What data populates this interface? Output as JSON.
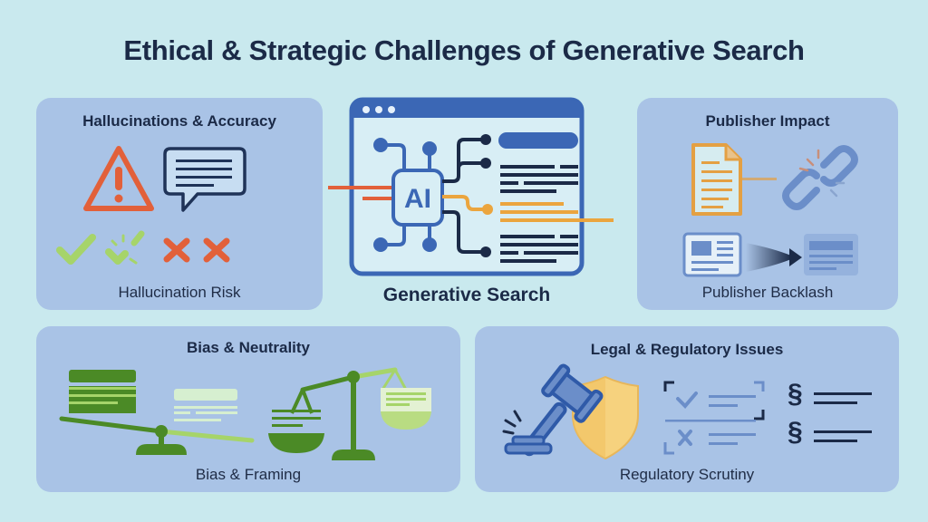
{
  "title": "Ethical & Strategic Challenges of Generative Search",
  "center": {
    "badge": "AI",
    "caption": "Generative Search",
    "icons": [
      "browser-window-icon",
      "ai-chip-icon",
      "result-lines-icon"
    ]
  },
  "panels": [
    {
      "id": "hallucinations",
      "title": "Hallucinations & Accuracy",
      "caption": "Hallucination Risk",
      "icons": [
        "warning-triangle-icon",
        "speech-bubble-icon",
        "checkmark-icon",
        "broken-checkmark-icon",
        "x-mark-icon",
        "x-mark-icon"
      ]
    },
    {
      "id": "publisher",
      "title": "Publisher Impact",
      "caption": "Publisher Backlash",
      "icons": [
        "document-icon",
        "broken-link-icon",
        "article-card-icon",
        "arrow-right-icon",
        "faded-article-icon"
      ]
    },
    {
      "id": "bias",
      "title": "Bias & Neutrality",
      "caption": "Bias & Framing",
      "icons": [
        "tilted-seesaw-icon",
        "balance-scale-icon"
      ]
    },
    {
      "id": "legal",
      "title": "Legal & Regulatory Issues",
      "caption": "Regulatory Scrutiny",
      "icons": [
        "gavel-icon",
        "shield-icon",
        "checklist-icon",
        "section-sign-icon"
      ],
      "section_symbol": "§"
    }
  ],
  "colors": {
    "background": "#c9e9ee",
    "panel": "#a9c3e6",
    "title_text": "#1b2a47",
    "accent_blue": "#3b67b5",
    "warning_orange": "#e2603a",
    "highlight_orange": "#eba53e",
    "green_dark": "#4b8a26",
    "green_light": "#a6d46a",
    "shield_yellow": "#f6d27e"
  }
}
